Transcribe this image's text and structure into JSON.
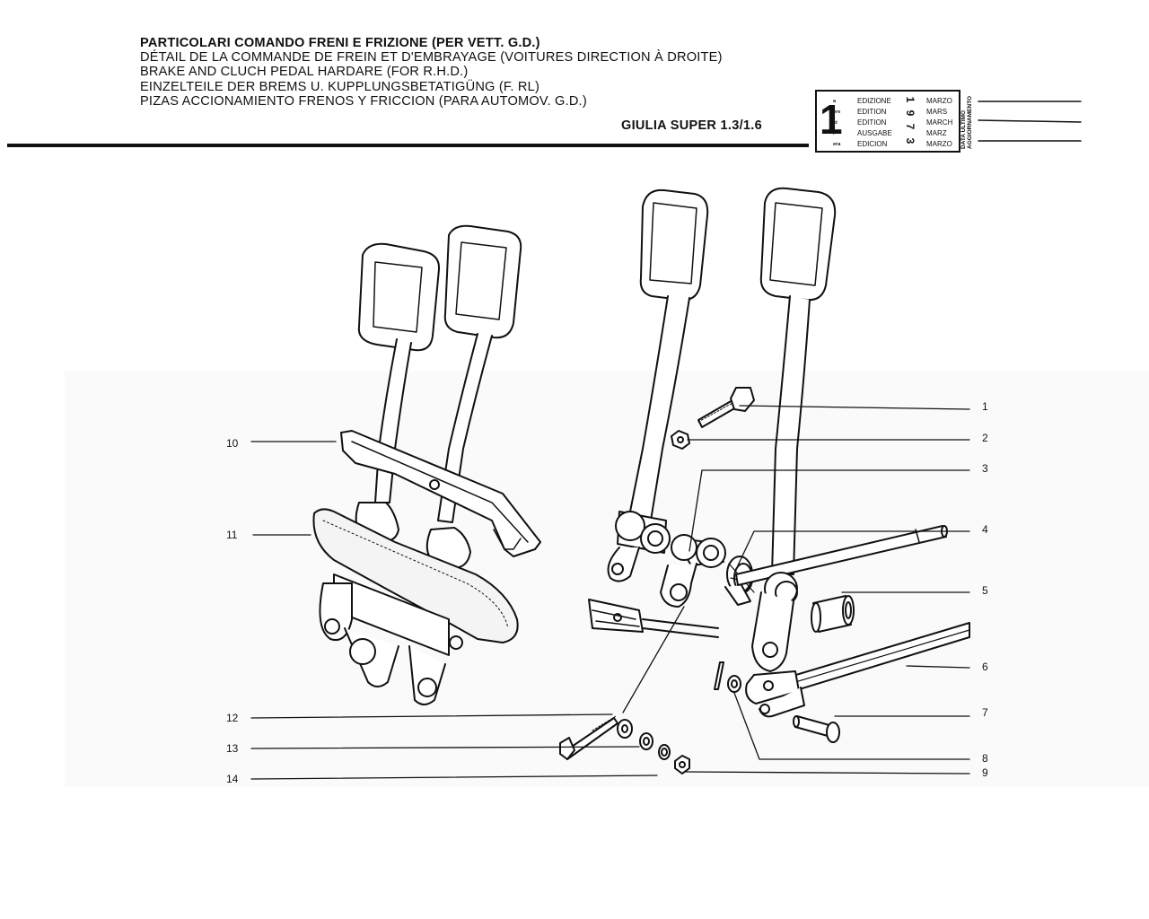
{
  "header": {
    "lines": [
      "PARTICOLARI COMANDO FRENI E FRIZIONE (PER VETT. G.D.)",
      "DÉTAIL DE LA COMMANDE DE FREIN ET D'EMBRAYAGE (VOITURES DIRECTION À DROITE)",
      "BRAKE AND CLUCH PEDAL HARDARE (FOR R.H.D.)",
      "EINZELTEILE DER BREMS U. KUPPLUNGSBETATIGÜNG (F. RL)",
      "PIZAS ACCIONAMIENTO FRENOS Y FRICCION (PARA AUTOMOV. G.D.)"
    ],
    "model": "GIULIA SUPER 1.3/1.6"
  },
  "edition_box": {
    "number": "1",
    "suffixes": [
      "a",
      "ère",
      "st",
      ".",
      "era"
    ],
    "labels": [
      "EDIZIONE",
      "EDITION",
      "EDITION",
      "AUSGABE",
      "EDICION"
    ],
    "year_digits": [
      "1",
      "9",
      "7",
      "3"
    ],
    "months": [
      "MARZO",
      "MARS",
      "MARCH",
      "MARZ",
      "MARZO"
    ],
    "update_label": [
      "DATA ULTIMO",
      "AGGIORNAMENTO"
    ]
  },
  "callouts": {
    "right": [
      "1",
      "2",
      "3",
      "4",
      "5",
      "6",
      "7",
      "8",
      "9"
    ],
    "left": [
      "10",
      "11",
      "12",
      "13",
      "14"
    ]
  }
}
